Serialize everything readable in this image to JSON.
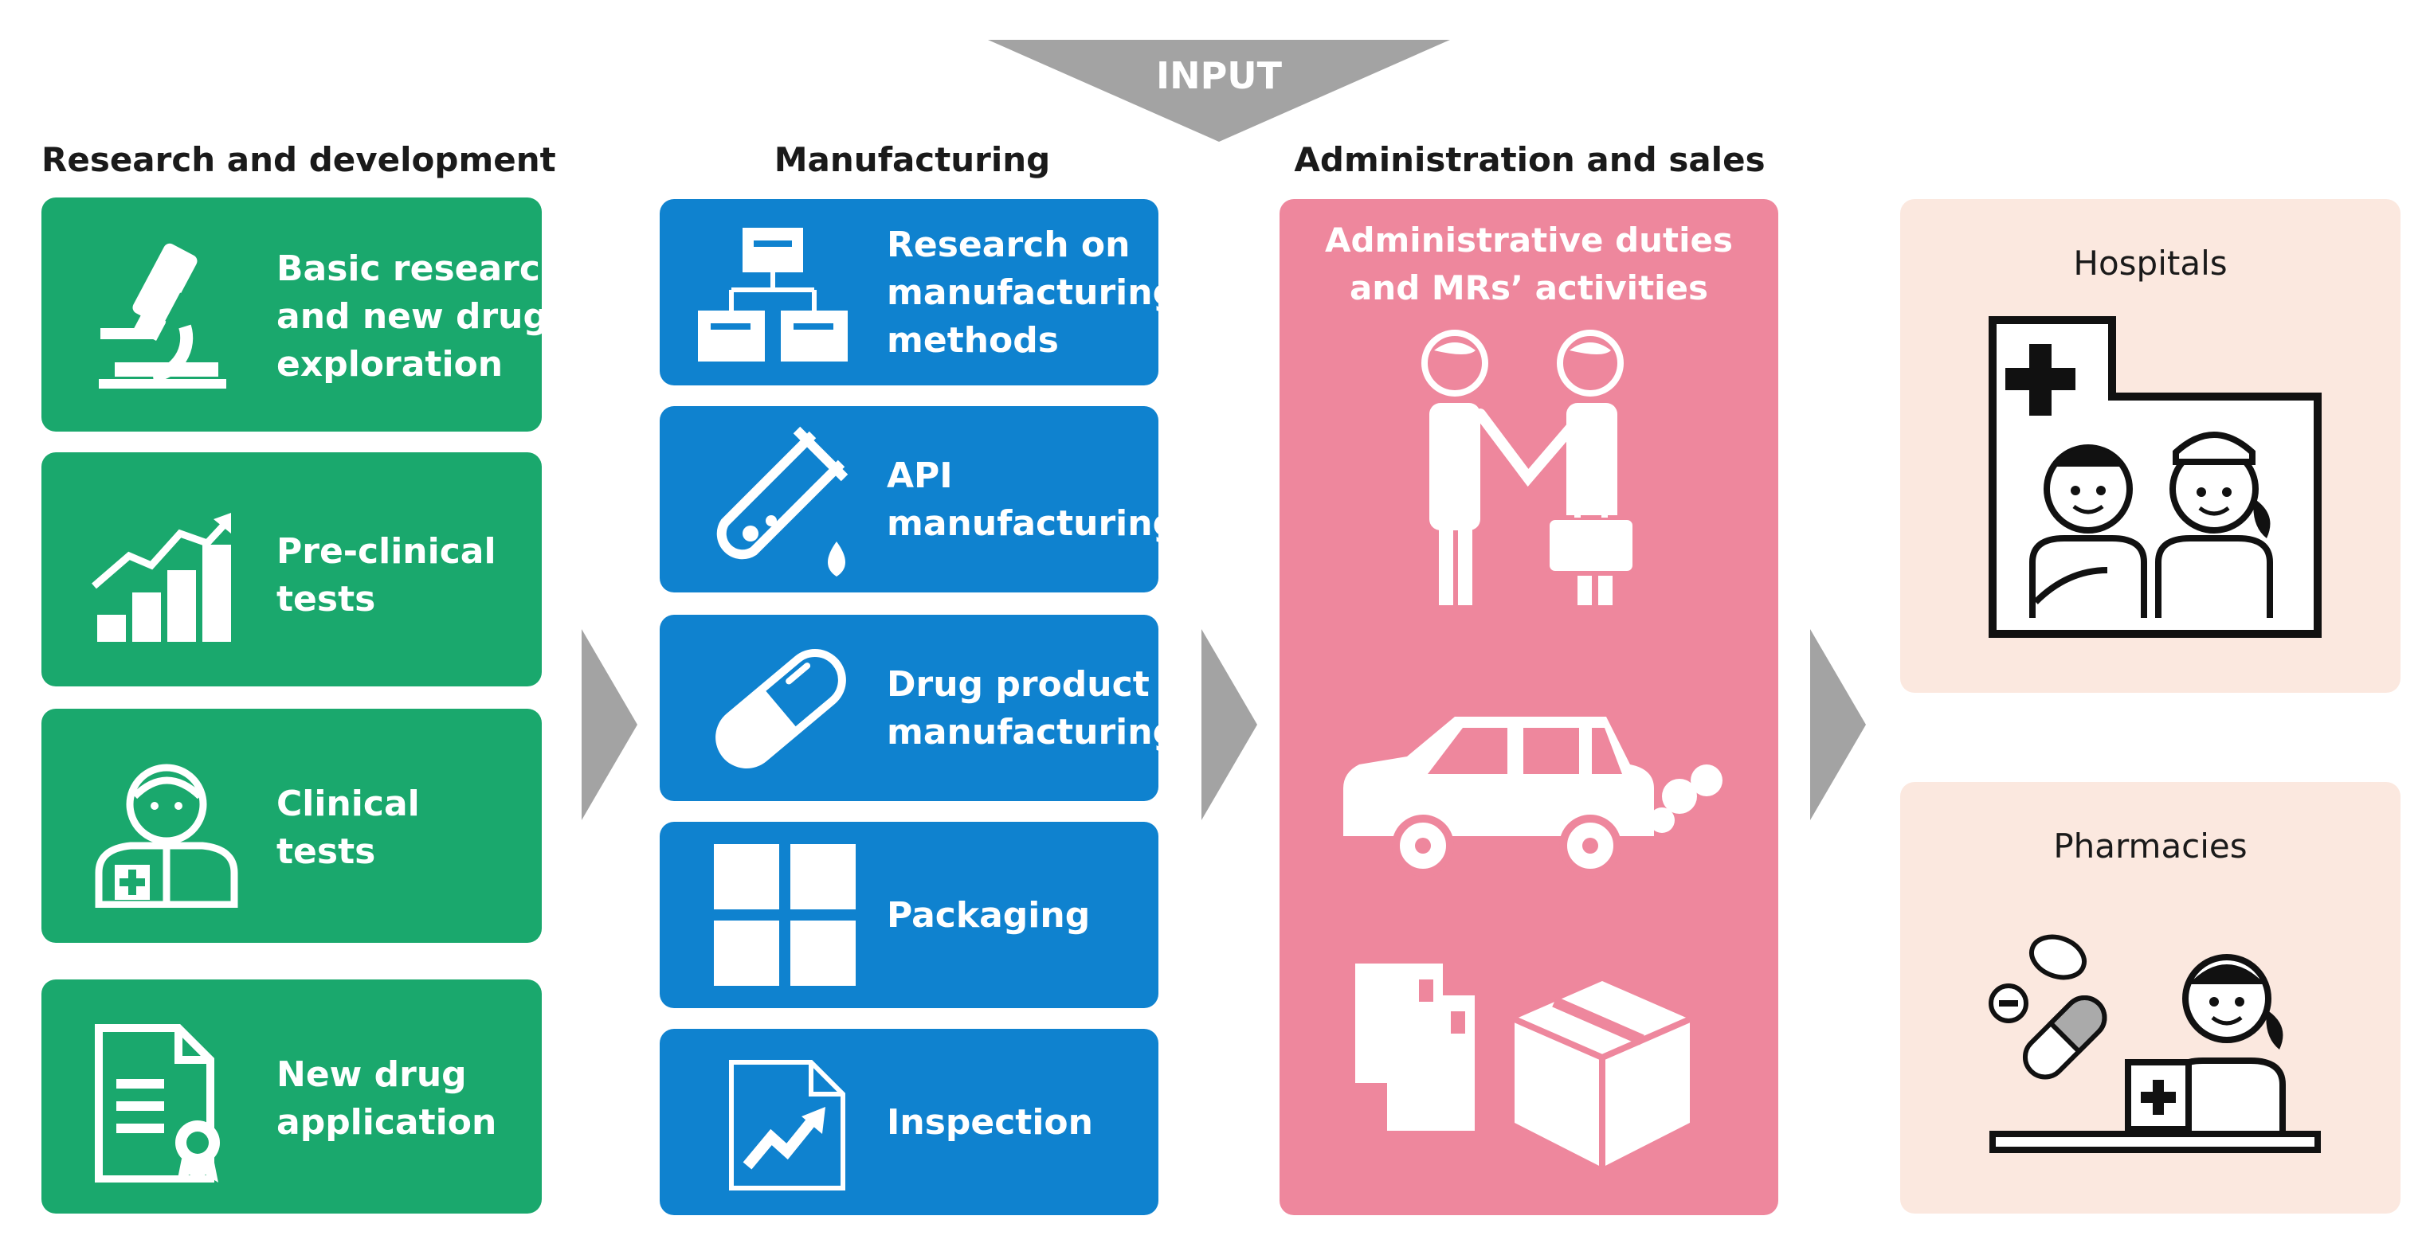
{
  "input": {
    "label": "INPUT"
  },
  "columns": {
    "rd": {
      "title": "Research and development",
      "items": [
        {
          "lines": [
            "Basic research",
            "and new drug",
            "exploration"
          ],
          "icon": "microscope-icon"
        },
        {
          "lines": [
            "Pre-clinical",
            "tests"
          ],
          "icon": "growth-chart-icon"
        },
        {
          "lines": [
            "Clinical",
            "tests"
          ],
          "icon": "doctor-icon"
        },
        {
          "lines": [
            "New drug",
            "application"
          ],
          "icon": "certificate-icon"
        }
      ]
    },
    "mfg": {
      "title": "Manufacturing",
      "items": [
        {
          "lines": [
            "Research on",
            "manufacturing",
            "methods"
          ],
          "icon": "hierarchy-icon"
        },
        {
          "lines": [
            "API",
            "manufacturing"
          ],
          "icon": "test-tube-icon"
        },
        {
          "lines": [
            "Drug product",
            "manufacturing"
          ],
          "icon": "capsule-icon"
        },
        {
          "lines": [
            "Packaging"
          ],
          "icon": "grid-icon"
        },
        {
          "lines": [
            "Inspection"
          ],
          "icon": "document-chart-icon"
        }
      ]
    },
    "admin": {
      "title": "Administration and sales",
      "lines": [
        "Administrative duties",
        "and MRs’ activities"
      ],
      "icons": [
        "handshake-icon",
        "car-icon",
        "packages-icon"
      ]
    }
  },
  "destinations": [
    {
      "label": "Hospitals",
      "icon": "hospital-icon"
    },
    {
      "label": "Pharmacies",
      "icon": "pharmacy-icon"
    }
  ],
  "colors": {
    "green": "#1aa86d",
    "blue": "#0f82cf",
    "pink": "#ee879d",
    "peach": "#fbe8df",
    "arrow": "#a3a3a3"
  }
}
